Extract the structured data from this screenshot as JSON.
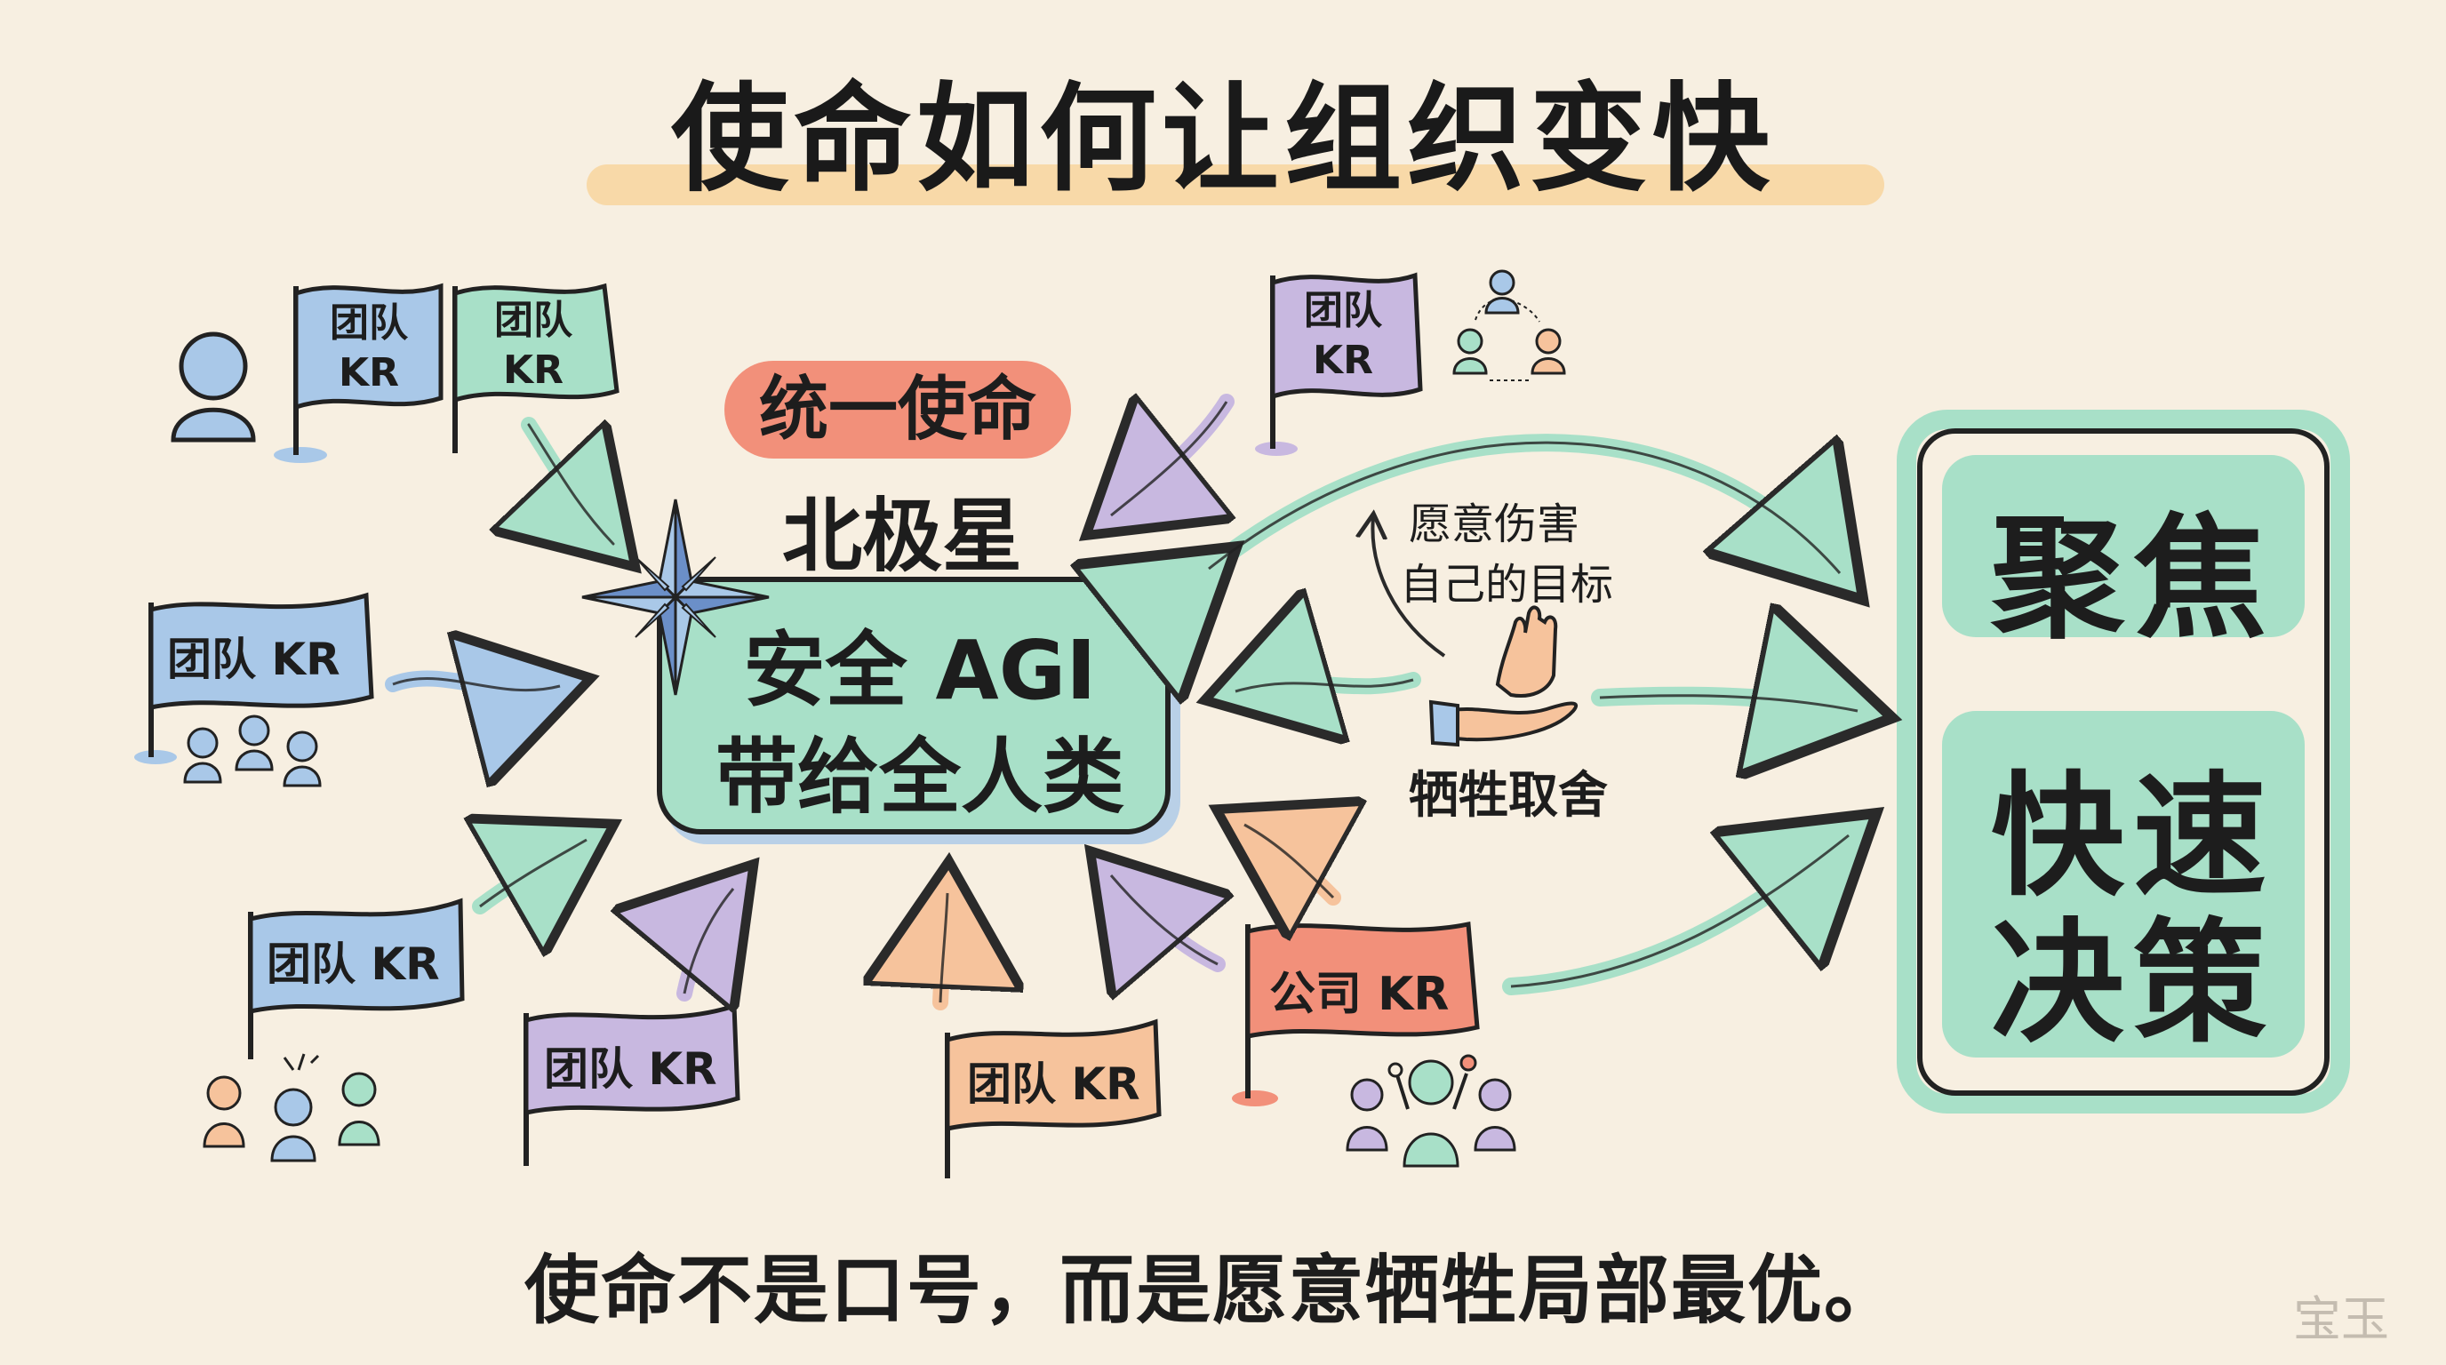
{
  "title": "使命如何让组织变快",
  "unified_label": "统一使命",
  "north_star_label": "北极星",
  "mission": {
    "line1": "安全 AGI",
    "line2": "带给全人类"
  },
  "team_flag_label": "团队 KR",
  "team_flag_line1": "团队",
  "team_flag_line2": "KR",
  "company_flag_label": "公司 KR",
  "sacrifice_annotation": {
    "line1": "愿意伤害",
    "line2": "自己的目标"
  },
  "tradeoff_label": "牺牲取舍",
  "outcome": {
    "focus": "聚焦",
    "decision_line1": "快速",
    "decision_line2": "决策"
  },
  "bottom_caption": "使命不是口号，而是愿意牺牲局部最优。",
  "signature": "宝玉",
  "colors": {
    "background": "#f7efe1",
    "mint": "#a8e0c8",
    "blue": "#a9c8e8",
    "purple": "#c8b8e0",
    "orange": "#f6c39c",
    "coral": "#f2907a",
    "highlight": "#f8d9a8"
  },
  "icons": [
    "person-icon",
    "people-group-icon",
    "flag-icon",
    "compass-star-icon",
    "hand-icon",
    "arrow-icon"
  ]
}
